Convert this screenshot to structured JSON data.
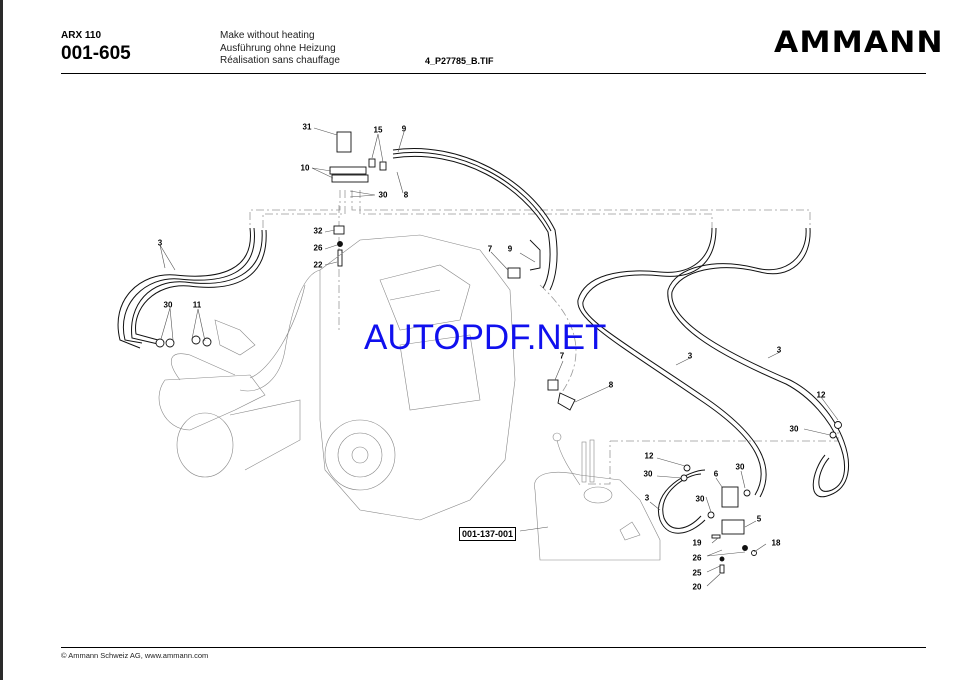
{
  "header": {
    "model": "ARX 110",
    "page_number": "001-605",
    "description": [
      "Make without heating",
      "Ausführung ohne Heizung",
      "Réalisation sans chauffage"
    ],
    "file_name": "4_P27785_B.TIF",
    "brand_logo": "AMMANN"
  },
  "diagram": {
    "callouts": [
      {
        "id": "31",
        "text": "31"
      },
      {
        "id": "15",
        "text": "15"
      },
      {
        "id": "9a",
        "text": "9"
      },
      {
        "id": "10",
        "text": "10"
      },
      {
        "id": "30a",
        "text": "30"
      },
      {
        "id": "8a",
        "text": "8"
      },
      {
        "id": "3a",
        "text": "3"
      },
      {
        "id": "32",
        "text": "32"
      },
      {
        "id": "26a",
        "text": "26"
      },
      {
        "id": "22",
        "text": "22"
      },
      {
        "id": "7a",
        "text": "7"
      },
      {
        "id": "9b",
        "text": "9"
      },
      {
        "id": "30b",
        "text": "30"
      },
      {
        "id": "11",
        "text": "11"
      },
      {
        "id": "7b",
        "text": "7"
      },
      {
        "id": "8b",
        "text": "8"
      },
      {
        "id": "3b",
        "text": "3"
      },
      {
        "id": "3c",
        "text": "3"
      },
      {
        "id": "12a",
        "text": "12"
      },
      {
        "id": "30c",
        "text": "30"
      },
      {
        "id": "12b",
        "text": "12"
      },
      {
        "id": "30d",
        "text": "30"
      },
      {
        "id": "6",
        "text": "6"
      },
      {
        "id": "30e",
        "text": "30"
      },
      {
        "id": "3d",
        "text": "3"
      },
      {
        "id": "30f",
        "text": "30"
      },
      {
        "id": "5",
        "text": "5"
      },
      {
        "id": "19",
        "text": "19"
      },
      {
        "id": "18",
        "text": "18"
      },
      {
        "id": "26b",
        "text": "26"
      },
      {
        "id": "25",
        "text": "25"
      },
      {
        "id": "20",
        "text": "20"
      }
    ],
    "reference_box": "001-137-001",
    "watermark": "AUTOPDF.NET"
  },
  "footer": {
    "copyright": "© Ammann Schweiz AG, www.ammann.com"
  }
}
